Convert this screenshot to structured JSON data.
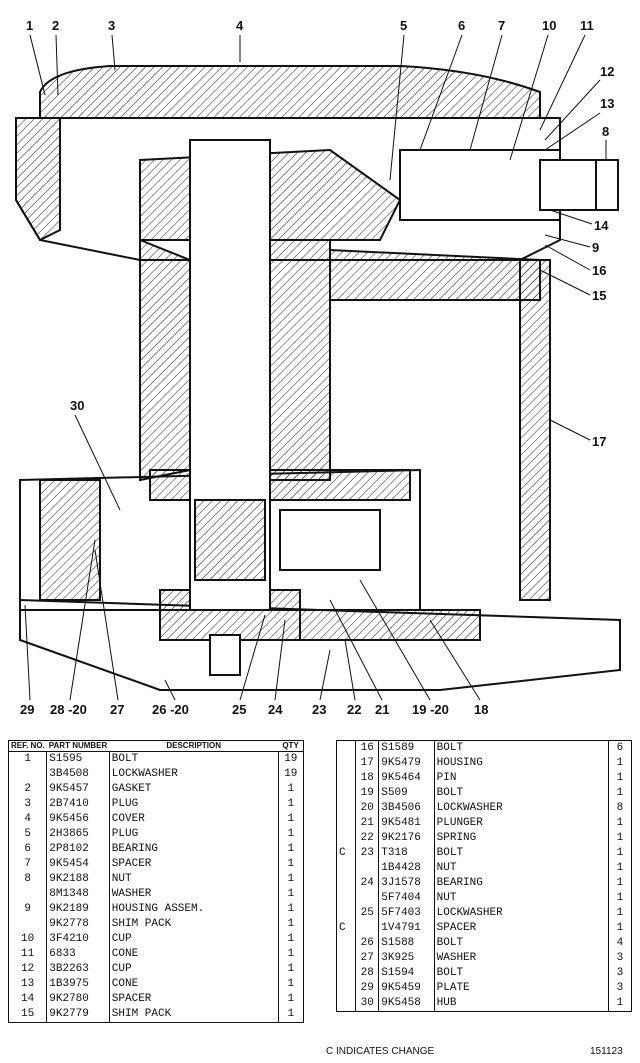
{
  "callouts": [
    "1",
    "2",
    "3",
    "4",
    "5",
    "6",
    "7",
    "10",
    "11",
    "12",
    "13",
    "8",
    "14",
    "9",
    "16",
    "15",
    "30",
    "17",
    "29",
    "28 -20",
    "27",
    "26 -20",
    "25",
    "24",
    "23",
    "22",
    "21",
    "19 -20",
    "18"
  ],
  "table_left": {
    "headers": {
      "ref": "REF. NO.",
      "part": "PART NUMBER",
      "desc": "DESCRIPTION",
      "qty": "QTY"
    },
    "rows": [
      {
        "ref": "1",
        "part": "S1595",
        "desc": "BOLT",
        "qty": "19"
      },
      {
        "ref": "",
        "part": "3B4508",
        "desc": "LOCKWASHER",
        "qty": "19"
      },
      {
        "ref": "2",
        "part": "9K5457",
        "desc": "GASKET",
        "qty": "1"
      },
      {
        "ref": "3",
        "part": "2B7410",
        "desc": "PLUG",
        "qty": "1"
      },
      {
        "ref": "4",
        "part": "9K5456",
        "desc": "COVER",
        "qty": "1"
      },
      {
        "ref": "5",
        "part": "2H3865",
        "desc": "PLUG",
        "qty": "1"
      },
      {
        "ref": "6",
        "part": "2P8102",
        "desc": "BEARING",
        "qty": "1"
      },
      {
        "ref": "7",
        "part": "9K5454",
        "desc": "SPACER",
        "qty": "1"
      },
      {
        "ref": "8",
        "part": "9K2188",
        "desc": "NUT",
        "qty": "1"
      },
      {
        "ref": "",
        "part": "8M1348",
        "desc": "WASHER",
        "qty": "1"
      },
      {
        "ref": "9",
        "part": "9K2189",
        "desc": "HOUSING ASSEM.",
        "qty": "1"
      },
      {
        "ref": "",
        "part": "9K2778",
        "desc": "SHIM PACK",
        "qty": "1"
      },
      {
        "ref": "10",
        "part": "3F4210",
        "desc": "CUP",
        "qty": "1"
      },
      {
        "ref": "11",
        "part": "6833",
        "desc": "CONE",
        "qty": "1"
      },
      {
        "ref": "12",
        "part": "3B2263",
        "desc": "CUP",
        "qty": "1"
      },
      {
        "ref": "13",
        "part": "1B3975",
        "desc": "CONE",
        "qty": "1"
      },
      {
        "ref": "14",
        "part": "9K2780",
        "desc": "SPACER",
        "qty": "1"
      },
      {
        "ref": "15",
        "part": "9K2779",
        "desc": "SHIM PACK",
        "qty": "1"
      }
    ]
  },
  "table_right": {
    "rows": [
      {
        "chg": "",
        "ref": "16",
        "part": "S1589",
        "desc": "BOLT",
        "qty": "6"
      },
      {
        "chg": "",
        "ref": "17",
        "part": "9K5479",
        "desc": "HOUSING",
        "qty": "1"
      },
      {
        "chg": "",
        "ref": "18",
        "part": "9K5464",
        "desc": "PIN",
        "qty": "1"
      },
      {
        "chg": "",
        "ref": "19",
        "part": "S509",
        "desc": "BOLT",
        "qty": "1"
      },
      {
        "chg": "",
        "ref": "20",
        "part": "3B4506",
        "desc": "LOCKWASHER",
        "qty": "8"
      },
      {
        "chg": "",
        "ref": "21",
        "part": "9K5481",
        "desc": "PLUNGER",
        "qty": "1"
      },
      {
        "chg": "",
        "ref": "22",
        "part": "9K2176",
        "desc": "SPRING",
        "qty": "1"
      },
      {
        "chg": "C",
        "ref": "23",
        "part": "T318",
        "desc": "BOLT",
        "qty": "1"
      },
      {
        "chg": "",
        "ref": "",
        "part": "1B4428",
        "desc": "NUT",
        "qty": "1"
      },
      {
        "chg": "",
        "ref": "24",
        "part": "3J1578",
        "desc": "BEARING",
        "qty": "1"
      },
      {
        "chg": "",
        "ref": "",
        "part": "5F7404",
        "desc": "NUT",
        "qty": "1"
      },
      {
        "chg": "",
        "ref": "25",
        "part": "5F7403",
        "desc": "LOCKWASHER",
        "qty": "1"
      },
      {
        "chg": "C",
        "ref": "",
        "part": "1V4791",
        "desc": "SPACER",
        "qty": "1"
      },
      {
        "chg": "",
        "ref": "26",
        "part": "S1588",
        "desc": "BOLT",
        "qty": "4"
      },
      {
        "chg": "",
        "ref": "27",
        "part": "3K925",
        "desc": "WASHER",
        "qty": "3"
      },
      {
        "chg": "",
        "ref": "28",
        "part": "S1594",
        "desc": "BOLT",
        "qty": "3"
      },
      {
        "chg": "",
        "ref": "29",
        "part": "9K5459",
        "desc": "PLATE",
        "qty": "3"
      },
      {
        "chg": "",
        "ref": "30",
        "part": "9K5458",
        "desc": "HUB",
        "qty": "1"
      }
    ]
  },
  "footer": {
    "note": "C INDICATES CHANGE",
    "number": "151123"
  }
}
